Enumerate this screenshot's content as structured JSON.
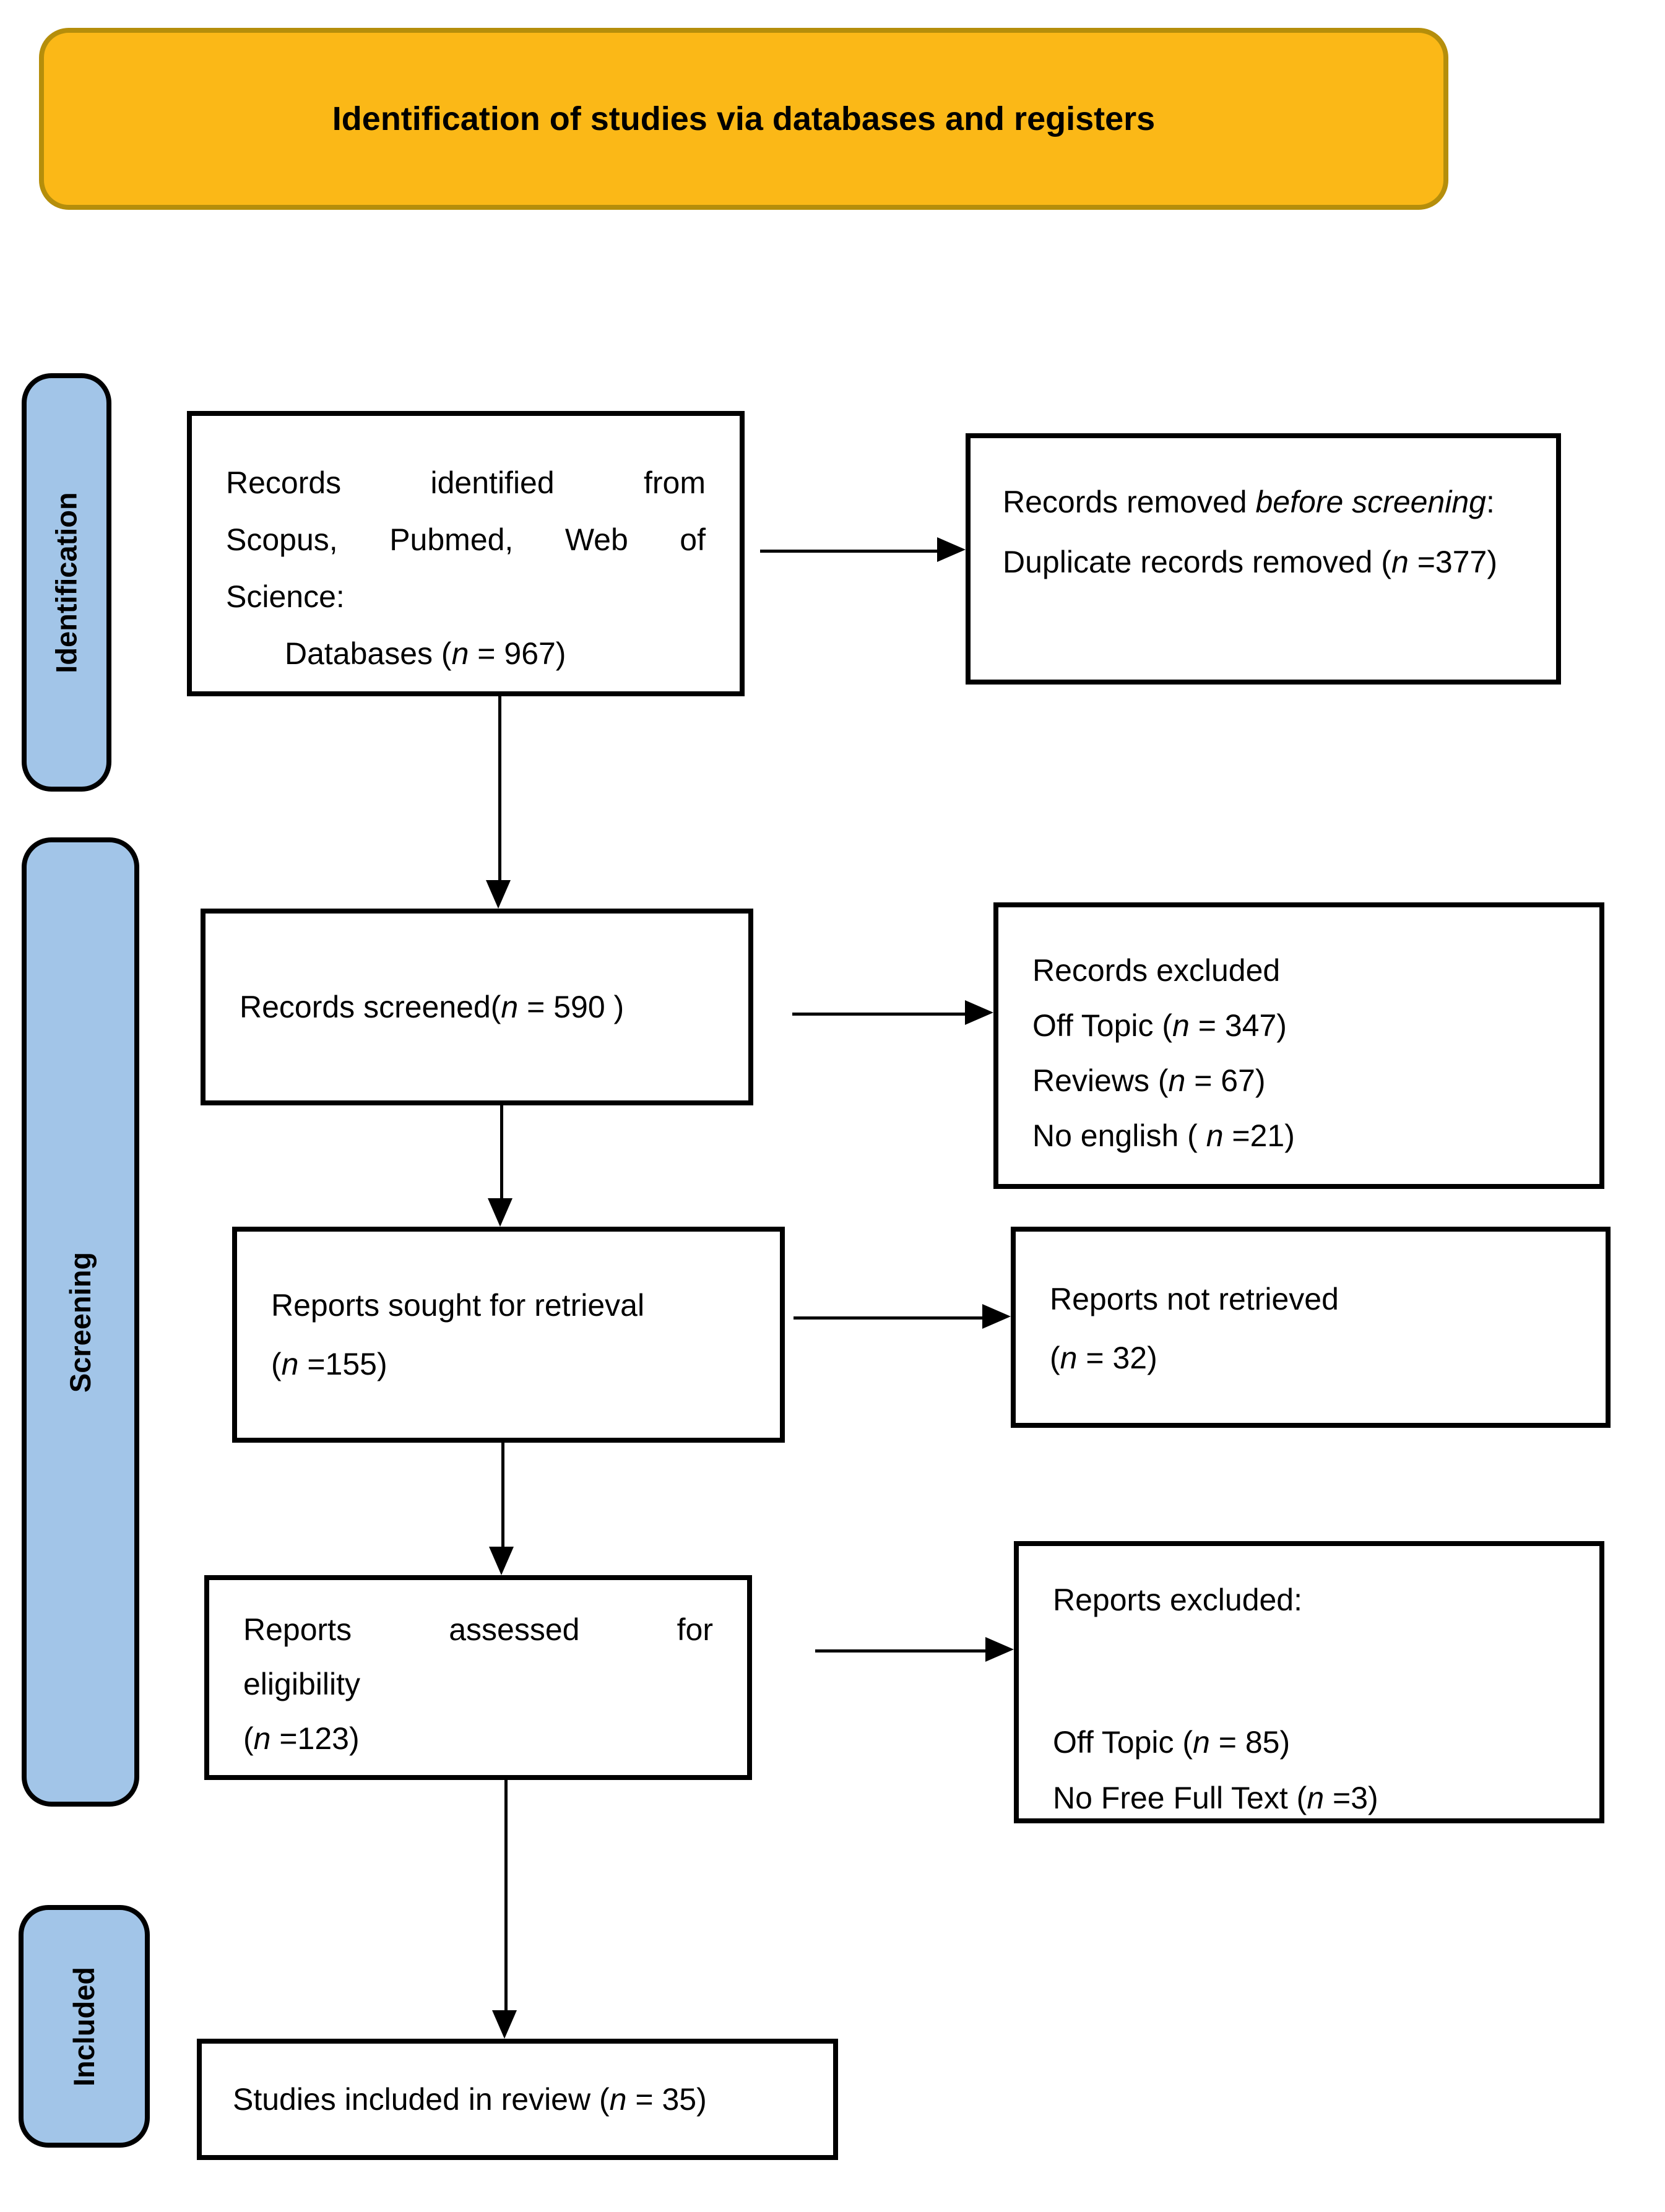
{
  "title": "Identification of studies via databases and registers",
  "sidebar": {
    "identification": "Identification",
    "screening": "Screening",
    "included": "Included"
  },
  "boxes": {
    "records_identified": {
      "line1_words": [
        "Records",
        "identified",
        "from"
      ],
      "line2_words": [
        "Scopus,",
        "Pubmed,",
        "Web",
        "of"
      ],
      "line3": "Science:",
      "line4_runs": [
        {
          "t": "Databases (",
          "i": false
        },
        {
          "t": "n",
          "i": true
        },
        {
          "t": " = 967)",
          "i": false
        }
      ]
    },
    "records_removed": {
      "line1_runs": [
        {
          "t": "Records removed ",
          "i": false
        },
        {
          "t": "before screening",
          "i": true
        },
        {
          "t": ":",
          "i": false
        }
      ],
      "line2_runs": [
        {
          "t": "Duplicate records removed (",
          "i": false
        },
        {
          "t": "n",
          "i": true
        },
        {
          "t": " =377)",
          "i": false
        }
      ]
    },
    "records_screened": {
      "line_runs": [
        {
          "t": "Records screened(",
          "i": false
        },
        {
          "t": "n",
          "i": true
        },
        {
          "t": " = 590 )",
          "i": false
        }
      ]
    },
    "records_excluded": {
      "line1": "Records excluded",
      "line2_runs": [
        {
          "t": "Off Topic (",
          "i": false
        },
        {
          "t": "n",
          "i": true
        },
        {
          "t": " = 347)",
          "i": false
        }
      ],
      "line3_runs": [
        {
          "t": "Reviews (",
          "i": false
        },
        {
          "t": "n",
          "i": true
        },
        {
          "t": " = 67)",
          "i": false
        }
      ],
      "line4_runs": [
        {
          "t": "No english ( ",
          "i": false
        },
        {
          "t": "n",
          "i": true
        },
        {
          "t": " =21)",
          "i": false
        }
      ]
    },
    "reports_sought": {
      "line1": "Reports sought for retrieval",
      "line2_runs": [
        {
          "t": "(",
          "i": false
        },
        {
          "t": "n",
          "i": true
        },
        {
          "t": " =155)",
          "i": false
        }
      ]
    },
    "reports_not_retrieved": {
      "line1": "Reports not retrieved",
      "line2_runs": [
        {
          "t": "(",
          "i": false
        },
        {
          "t": "n",
          "i": true
        },
        {
          "t": " = 32)",
          "i": false
        }
      ]
    },
    "reports_assessed": {
      "line1_words": [
        "Reports",
        "assessed",
        "for"
      ],
      "line2": "eligibility",
      "line3_runs": [
        {
          "t": "(",
          "i": false
        },
        {
          "t": "n",
          "i": true
        },
        {
          "t": " =123)",
          "i": false
        }
      ]
    },
    "reports_excluded": {
      "line1": "Reports excluded:",
      "line2_runs": [
        {
          "t": "Off Topic  (",
          "i": false
        },
        {
          "t": "n",
          "i": true
        },
        {
          "t": " = 85)",
          "i": false
        }
      ],
      "line3_runs": [
        {
          "t": "No Free Full Text (",
          "i": false
        },
        {
          "t": "n",
          "i": true
        },
        {
          "t": " =3)",
          "i": false
        }
      ]
    },
    "studies_included": {
      "line_runs": [
        {
          "t": "Studies included in review (",
          "i": false
        },
        {
          "t": "n",
          "i": true
        },
        {
          "t": " = 35)",
          "i": false
        }
      ]
    }
  },
  "colors": {
    "banner_fill": "#FBB817",
    "banner_border": "#B58E0B",
    "sidebar_fill": "#A2C5E8",
    "sidebar_border": "#000000",
    "box_border": "#000000",
    "arrow_color": "#000000",
    "text_color": "#000000"
  }
}
